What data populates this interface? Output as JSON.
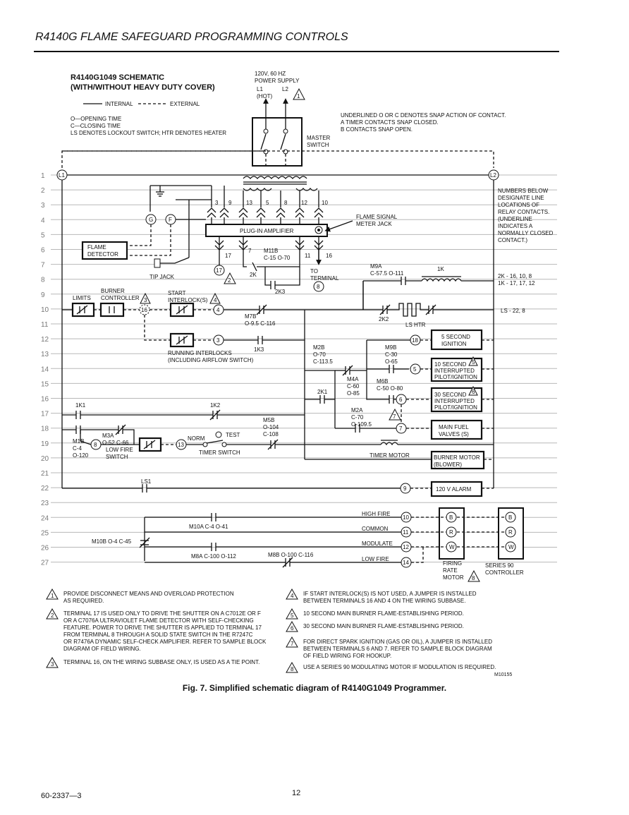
{
  "header": {
    "title": "R4140G FLAME SAFEGUARD PROGRAMMING CONTROLS"
  },
  "schematic": {
    "title_line1": "R4140G1049 SCHEMATIC",
    "title_line2": "(WITH/WITHOUT HEAVY DUTY COVER)",
    "legend_internal": "INTERNAL",
    "legend_external": "EXTERNAL",
    "key_lines": [
      "O—OPENING TIME",
      "C—CLOSING TIME",
      "LS DENOTES LOCKOUT SWITCH; HTR DENOTES HEATER"
    ],
    "power_supply": [
      "120V, 60 HZ",
      "POWER SUPPLY"
    ],
    "l1_label": [
      "L1",
      "(HOT)"
    ],
    "l2_label": "L2",
    "master_switch": [
      "MASTER",
      "SWITCH"
    ],
    "snap_note": [
      "UNDERLINED O OR C DENOTES SNAP ACTION OF CONTACT.",
      "A TIMER CONTACTS SNAP CLOSED.",
      "B CONTACTS SNAP OPEN."
    ],
    "right_note": [
      "NUMBERS BELOW",
      "DESIGNATE LINE",
      "LOCATIONS OF",
      "RELAY CONTACTS.",
      "(UNDERLINE",
      "INDICATES A",
      "NORMALLY CLOSED",
      "CONTACT.)"
    ],
    "relay_refs": [
      "2K - 16, 10, 8",
      "1K - 17, 17, 12",
      "LS - 22, 8"
    ],
    "line_numbers": [
      "1",
      "2",
      "3",
      "4",
      "5",
      "6",
      "7",
      "8",
      "9",
      "10",
      "11",
      "12",
      "13",
      "14",
      "15",
      "16",
      "17",
      "18",
      "19",
      "20",
      "21",
      "22",
      "23",
      "24",
      "25",
      "26",
      "27"
    ],
    "bus_labels": [
      "L1",
      "L2"
    ],
    "transformer_taps": [
      "3",
      "9",
      "13",
      "5",
      "8",
      "12",
      "10"
    ],
    "amplifier": "PLUG-IN AMPLIFIER",
    "meter_jack": [
      "FLAME SIGNAL",
      "METER JACK"
    ],
    "amp_outputs": [
      "17",
      "7",
      "11",
      "16"
    ],
    "flame_detector": [
      "FLAME",
      "DETECTOR"
    ],
    "g_terminal": "G",
    "f_terminal": "F",
    "tip_jack": "TIP JACK",
    "m11b": [
      "M11B",
      "C-15  O-70"
    ],
    "to_terminal": [
      "TO",
      "TERMINAL"
    ],
    "contact_2k": "2K",
    "contact_2k3": "2K3",
    "m9a": [
      "M9A",
      "C-57.5  O-111"
    ],
    "relay_1k": "1K",
    "limits": "LIMITS",
    "burner_controller": [
      "BURNER",
      "CONTROLLER"
    ],
    "start_interlocks": [
      "START",
      "INTERLOCK(S)"
    ],
    "m7b": [
      "M7B",
      "O-9.5  C-116"
    ],
    "contact_2k2": "2K2",
    "ls_htr": "LS HTR",
    "running_interlocks": [
      "RUNNING INTERLOCKS",
      "(INCLUDING AIRFLOW SWITCH)"
    ],
    "contact_1k3": "1K3",
    "m2b": [
      "M2B",
      "O-70",
      "C-113.5"
    ],
    "m9b": [
      "M9B",
      "C-30",
      "O-65"
    ],
    "m4a": [
      "M4A",
      "C-60",
      "O-85"
    ],
    "m6b": [
      "M6B",
      "C-50  O-80"
    ],
    "contact_2k1": "2K1",
    "m2a": [
      "M2A",
      "C-70",
      "O-109.5"
    ],
    "contact_1k1": "1K1",
    "contact_1k2": "1K2",
    "m5b": [
      "M5B",
      "O-104",
      "C-108"
    ],
    "m3a": [
      "M3A",
      "O-52  C-66"
    ],
    "m1b": [
      "M1B",
      "C-4",
      "O-120"
    ],
    "low_fire_switch": [
      "LOW FIRE",
      "SWITCH"
    ],
    "norm": "NORM",
    "test": "TEST",
    "timer_switch": "TIMER SWITCH",
    "timer_motor": "TIMER MOTOR",
    "contact_ls1": "LS1",
    "loads": {
      "five_sec": [
        "5 SECOND",
        "IGNITION"
      ],
      "ten_sec": [
        "10 SECOND",
        "INTERRUPTED",
        "PILOT/IGNITION"
      ],
      "thirty_sec": [
        "30 SECOND",
        "INTERRUPTED",
        "PILOT/IGNITION"
      ],
      "main_fuel": [
        "MAIN FUEL",
        "VALVES (S)"
      ],
      "burner_motor": [
        "BURNER MOTOR",
        "(BLOWER)"
      ],
      "alarm": "120 V ALARM"
    },
    "load_terminals": [
      "18",
      "5",
      "6",
      "7",
      "9"
    ],
    "m10a": "M10A  C-4  O-41",
    "m10b": "M10B  O-4  C-45",
    "m8a": "M8A  C-100  O-112",
    "m8b": "M8B  O-100  C-116",
    "firing": [
      "HIGH FIRE",
      "COMMON",
      "MODULATE",
      "LOW FIRE"
    ],
    "firing_terminals": [
      "10",
      "11",
      "12",
      "14"
    ],
    "motor_terminals": [
      "B",
      "R",
      "W"
    ],
    "firing_rate_motor": [
      "FIRING",
      "RATE",
      "MOTOR"
    ],
    "series90": [
      "SERIES 90",
      "CONTROLLER"
    ],
    "misc_terminals": [
      "17",
      "8",
      "4",
      "3",
      "13",
      "16"
    ],
    "figure_id": "M10155"
  },
  "notes": [
    {
      "num": "1",
      "lines": [
        "PROVIDE DISCONNECT MEANS AND OVERLOAD PROTECTION",
        "AS REQUIRED."
      ]
    },
    {
      "num": "2",
      "lines": [
        "TERMINAL 17 IS USED ONLY TO DRIVE THE SHUTTER ON A C7012E OR F",
        "OR A C7076A ULTRAVIOLET FLAME DETECTOR WITH SELF-CHECKING",
        "FEATURE. POWER TO DRIVE THE SHUTTER IS APPLIED TO TERMINAL 17",
        "FROM TERMINAL 8 THROUGH A SOLID STATE SWITCH IN THE R7247C",
        "OR R7476A DYNAMIC SELF-CHECK AMPLIFIER. REFER TO SAMPLE BLOCK",
        "DIAGRAM OF FIELD WIRING."
      ]
    },
    {
      "num": "3",
      "lines": [
        "TERMINAL 16, ON THE WIRING SUBBASE ONLY, IS USED AS A TIE POINT."
      ]
    },
    {
      "num": "4",
      "lines": [
        "IF START INTERLOCK(S) IS NOT USED, A JUMPER IS INSTALLED",
        "BETWEEN TERMINALS 16 AND 4 ON THE WIRING SUBBASE."
      ]
    },
    {
      "num": "5",
      "lines": [
        "10 SECOND MAIN BURNER FLAME-ESTABLISHING PERIOD."
      ]
    },
    {
      "num": "6",
      "lines": [
        "30 SECOND MAIN BURNER FLAME-ESTABLISHING PERIOD."
      ]
    },
    {
      "num": "7",
      "lines": [
        "FOR DIRECT SPARK IGNITION (GAS OR OIL), A JUMPER IS INSTALLED",
        "BETWEEN TERMINALS 6 AND 7. REFER TO SAMPLE BLOCK DIAGRAM",
        "OF FIELD WIRING FOR HOOKUP."
      ]
    },
    {
      "num": "8",
      "lines": [
        "USE A SERIES 90 MODULATING MOTOR IF MODULATION IS REQUIRED."
      ]
    }
  ],
  "caption": "Fig. 7. Simplified schematic diagram of R4140G1049 Programmer.",
  "footer": {
    "doc_number": "60-2337—3",
    "page_number": "12"
  }
}
